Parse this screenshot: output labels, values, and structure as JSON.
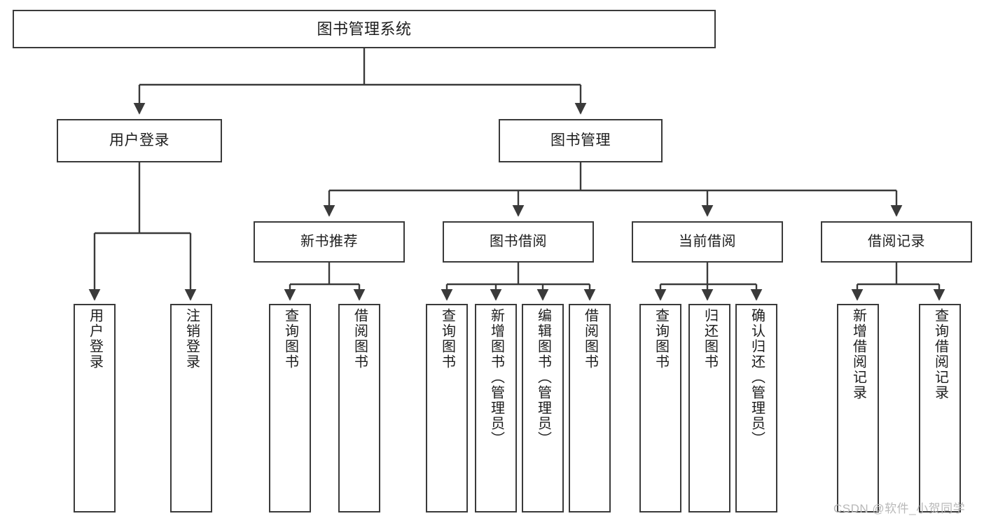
{
  "diagram": {
    "type": "tree-hierarchy",
    "title": "图书管理系统",
    "watermark": "CSDN @软件_小贺同学",
    "colors": {
      "border": "#3a3a3a",
      "background": "#ffffff",
      "text": "#1d1d1a",
      "connector": "#3a3a3a",
      "watermark": "#b9b9b9"
    },
    "nodes": {
      "root": {
        "label": "图书管理系统",
        "level": 1
      },
      "level2": [
        {
          "label": "用户登录"
        },
        {
          "label": "图书管理"
        }
      ],
      "level3": [
        {
          "label": "新书推荐"
        },
        {
          "label": "图书借阅"
        },
        {
          "label": "当前借阅"
        },
        {
          "label": "借阅记录"
        }
      ],
      "leaves": {
        "user_login": [
          {
            "label": "用户登录"
          },
          {
            "label": "注销登录"
          }
        ],
        "new_book_recommend": [
          {
            "label": "查询图书"
          },
          {
            "label": "借阅图书"
          }
        ],
        "book_borrow": [
          {
            "label": "查询图书"
          },
          {
            "label": "新增图书（管理员）"
          },
          {
            "label": "编辑图书（管理员）"
          },
          {
            "label": "借阅图书"
          }
        ],
        "current_borrow": [
          {
            "label": "查询图书"
          },
          {
            "label": "归还图书"
          },
          {
            "label": "确认归还（管理员）"
          }
        ],
        "borrow_record": [
          {
            "label": "新增借阅记录"
          },
          {
            "label": "查询借阅记录"
          }
        ]
      }
    }
  }
}
